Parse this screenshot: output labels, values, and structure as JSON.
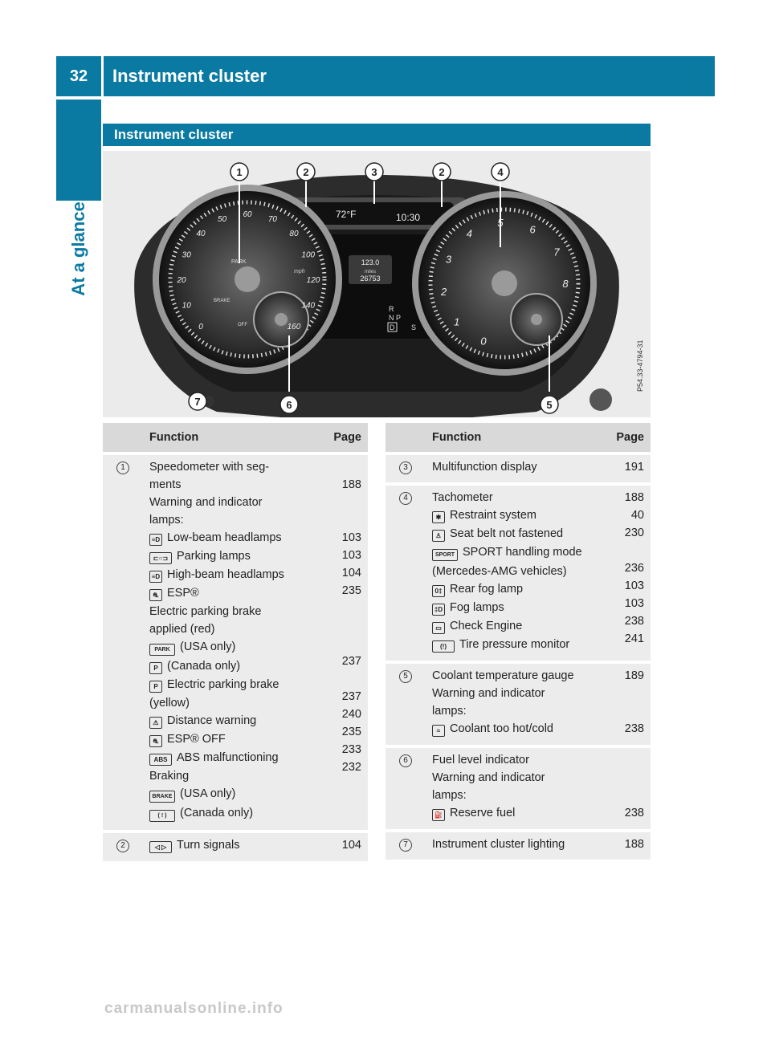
{
  "header": {
    "page_number": "32",
    "title": "Instrument cluster"
  },
  "sidebar": {
    "label": "At a glance"
  },
  "section": {
    "title": "Instrument cluster"
  },
  "figure": {
    "code": "P54.33-4794-31",
    "temp": "72°F",
    "time": "10:30",
    "odo_trip": "123.0",
    "odo_unit": "miles",
    "odo_total": "26753",
    "gear_r": "R",
    "gear_np": "N P",
    "gear_d": "D",
    "gear_s": "S",
    "speed_unit": "mph",
    "park": "PARK",
    "brake": "BRAKE",
    "off": "OFF",
    "speedo_ticks": [
      "0",
      "10",
      "20",
      "30",
      "40",
      "50",
      "60",
      "70",
      "80",
      "100",
      "120",
      "140",
      "160"
    ],
    "tacho_ticks": [
      "0",
      "1",
      "2",
      "3",
      "4",
      "5",
      "6",
      "7",
      "8"
    ],
    "callouts": [
      "1",
      "2",
      "3",
      "2",
      "4",
      "7",
      "6",
      "5"
    ]
  },
  "columns": {
    "function": "Function",
    "page": "Page"
  },
  "left_table": [
    {
      "num": "1",
      "lines": [
        {
          "icon": "",
          "text": "Speedometer with seg-",
          "page": ""
        },
        {
          "icon": "",
          "text": "ments",
          "page": "188"
        },
        {
          "icon": "",
          "text": "Warning and indicator",
          "page": ""
        },
        {
          "icon": "",
          "text": "lamps:",
          "page": ""
        },
        {
          "icon": "≡D",
          "text": "Low-beam headlamps",
          "page": "103"
        },
        {
          "icon": "⊏○⊐",
          "text": "Parking lamps",
          "page": "103"
        },
        {
          "icon": "≡D",
          "text": "High-beam headlamps",
          "page": "104"
        },
        {
          "icon": "⛐",
          "text": "ESP®",
          "page": "235"
        },
        {
          "icon": "",
          "text": "Electric parking brake",
          "page": ""
        },
        {
          "icon": "",
          "text": "applied (red)",
          "page": ""
        },
        {
          "icon": "PARK",
          "text": "(USA only)",
          "page": ""
        },
        {
          "icon": "P",
          "text": "(Canada only)",
          "page": "237"
        },
        {
          "icon": "P",
          "text": "Electric parking brake",
          "page": ""
        },
        {
          "icon": "",
          "text": "(yellow)",
          "page": "237"
        },
        {
          "icon": "⚠",
          "text": "Distance warning",
          "page": "240"
        },
        {
          "icon": "⛐",
          "text": "ESP® OFF",
          "page": "235"
        },
        {
          "icon": "ABS",
          "text": "ABS malfunctioning",
          "page": "233"
        },
        {
          "icon": "",
          "text": "Braking",
          "page": "232"
        },
        {
          "icon": "BRAKE",
          "text": "(USA only)",
          "page": ""
        },
        {
          "icon": "( ! )",
          "text": "(Canada only)",
          "page": ""
        }
      ]
    },
    {
      "num": "2",
      "lines": [
        {
          "icon": "◁ ▷",
          "text": "Turn signals",
          "page": "104"
        }
      ]
    }
  ],
  "right_table": [
    {
      "num": "3",
      "lines": [
        {
          "icon": "",
          "text": "Multifunction display",
          "page": "191"
        }
      ]
    },
    {
      "num": "4",
      "lines": [
        {
          "icon": "",
          "text": "Tachometer",
          "page": "188"
        },
        {
          "icon": "✱",
          "text": "Restraint system",
          "page": "40"
        },
        {
          "icon": "♙",
          "text": "Seat belt not fastened",
          "page": "230"
        },
        {
          "icon": "SPORT",
          "text": "SPORT handling mode",
          "page": ""
        },
        {
          "icon": "",
          "text": "(Mercedes-AMG vehicles)",
          "page": "236"
        },
        {
          "icon": "0‡",
          "text": "Rear fog lamp",
          "page": "103"
        },
        {
          "icon": "‡D",
          "text": "Fog lamps",
          "page": "103"
        },
        {
          "icon": "▭",
          "text": "Check Engine",
          "page": "238"
        },
        {
          "icon": "(!)",
          "text": "Tire pressure monitor",
          "page": "241"
        }
      ]
    },
    {
      "num": "5",
      "lines": [
        {
          "icon": "",
          "text": "Coolant temperature gauge",
          "page": "189"
        },
        {
          "icon": "",
          "text": "Warning and indicator",
          "page": ""
        },
        {
          "icon": "",
          "text": "lamps:",
          "page": ""
        },
        {
          "icon": "≈",
          "text": "Coolant too hot/cold",
          "page": "238"
        }
      ]
    },
    {
      "num": "6",
      "lines": [
        {
          "icon": "",
          "text": "Fuel level indicator",
          "page": ""
        },
        {
          "icon": "",
          "text": "Warning and indicator",
          "page": ""
        },
        {
          "icon": "",
          "text": "lamps:",
          "page": ""
        },
        {
          "icon": "⛽",
          "text": "Reserve fuel",
          "page": "238"
        }
      ]
    },
    {
      "num": "7",
      "lines": [
        {
          "icon": "",
          "text": "Instrument cluster lighting",
          "page": "188"
        }
      ]
    }
  ],
  "footer": {
    "text": "carmanualsonline.info"
  }
}
